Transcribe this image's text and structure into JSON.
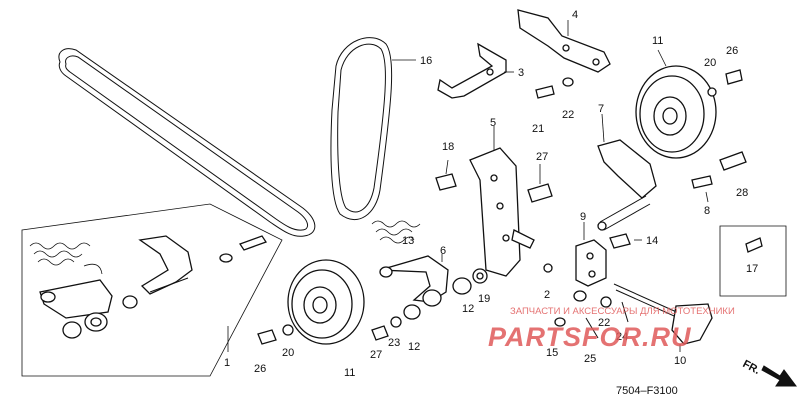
{
  "diagram": {
    "code": "7504–F3100",
    "front_label": "FR.",
    "watermark_text": "ЗАПЧАСТИ И АКСЕССУАРЫ ДЛЯ МОТОТЕХНИКИ",
    "watermark_logo": "PARTSFOR.RU",
    "colors": {
      "line": "#111111",
      "watermark": "#e05a5a"
    },
    "callouts": [
      "1",
      "2",
      "3",
      "4",
      "5",
      "6",
      "7",
      "8",
      "9",
      "10",
      "11",
      "11",
      "12",
      "12",
      "13",
      "14",
      "15",
      "16",
      "17",
      "18",
      "19",
      "20",
      "20",
      "21",
      "22",
      "22",
      "23",
      "24",
      "25",
      "26",
      "26",
      "27",
      "27",
      "28"
    ]
  }
}
